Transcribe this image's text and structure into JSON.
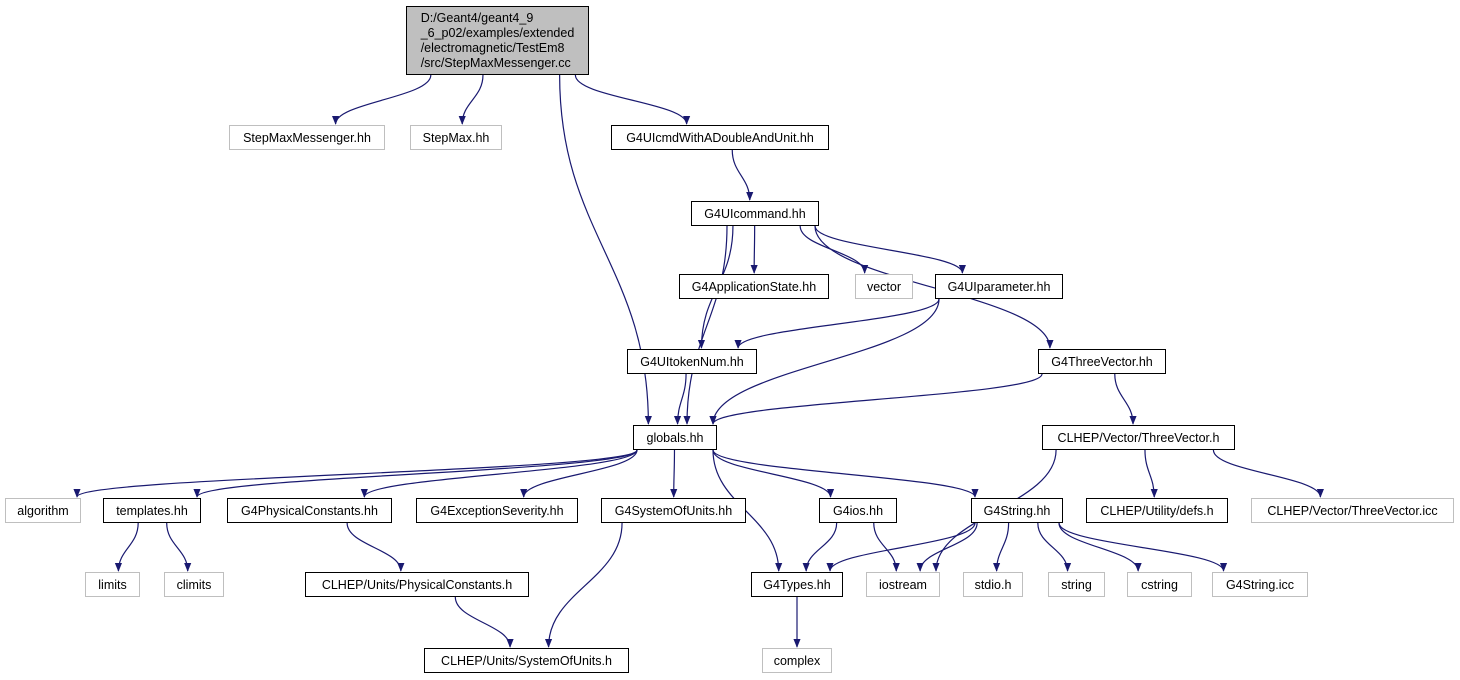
{
  "root": {
    "path_lines": [
      "D:/Geant4/geant4_9",
      "_6_p02/examples/extended",
      "/electromagnetic/TestEm8",
      "/src/StepMaxMessenger.cc"
    ]
  },
  "nodes": [
    {
      "id": "stepmaxmessenger_hh",
      "label": "StepMaxMessenger.hh",
      "documented": false
    },
    {
      "id": "stepmax_hh",
      "label": "StepMax.hh",
      "documented": false
    },
    {
      "id": "g4uicmdwithadoubleandunit_hh",
      "label": "G4UIcmdWithADoubleAndUnit.hh",
      "documented": true
    },
    {
      "id": "g4uicommand_hh",
      "label": "G4UIcommand.hh",
      "documented": true
    },
    {
      "id": "g4applicationstate_hh",
      "label": "G4ApplicationState.hh",
      "documented": true
    },
    {
      "id": "vector",
      "label": "vector",
      "documented": false
    },
    {
      "id": "g4uiparameter_hh",
      "label": "G4UIparameter.hh",
      "documented": true
    },
    {
      "id": "g4uitokennum_hh",
      "label": "G4UItokenNum.hh",
      "documented": true
    },
    {
      "id": "g4threevector_hh",
      "label": "G4ThreeVector.hh",
      "documented": true
    },
    {
      "id": "globals_hh",
      "label": "globals.hh",
      "documented": true
    },
    {
      "id": "clhep_threevector_h",
      "label": "CLHEP/Vector/ThreeVector.h",
      "documented": true
    },
    {
      "id": "algorithm",
      "label": "algorithm",
      "documented": false
    },
    {
      "id": "templates_hh",
      "label": "templates.hh",
      "documented": true
    },
    {
      "id": "g4physicalconstants_hh",
      "label": "G4PhysicalConstants.hh",
      "documented": true
    },
    {
      "id": "g4exceptionseverity_hh",
      "label": "G4ExceptionSeverity.hh",
      "documented": true
    },
    {
      "id": "g4systemofunits_hh",
      "label": "G4SystemOfUnits.hh",
      "documented": true
    },
    {
      "id": "g4ios_hh",
      "label": "G4ios.hh",
      "documented": true
    },
    {
      "id": "g4string_hh",
      "label": "G4String.hh",
      "documented": true
    },
    {
      "id": "clhep_defs_h",
      "label": "CLHEP/Utility/defs.h",
      "documented": true
    },
    {
      "id": "clhep_threevector_icc",
      "label": "CLHEP/Vector/ThreeVector.icc",
      "documented": false
    },
    {
      "id": "limits",
      "label": "limits",
      "documented": false
    },
    {
      "id": "climits",
      "label": "climits",
      "documented": false
    },
    {
      "id": "clhep_physicalconstants_h",
      "label": "CLHEP/Units/PhysicalConstants.h",
      "documented": true
    },
    {
      "id": "g4types_hh",
      "label": "G4Types.hh",
      "documented": true
    },
    {
      "id": "iostream",
      "label": "iostream",
      "documented": false
    },
    {
      "id": "stdio_h",
      "label": "stdio.h",
      "documented": false
    },
    {
      "id": "string",
      "label": "string",
      "documented": false
    },
    {
      "id": "cstring",
      "label": "cstring",
      "documented": false
    },
    {
      "id": "g4string_icc",
      "label": "G4String.icc",
      "documented": false
    },
    {
      "id": "clhep_systemofunits_h",
      "label": "CLHEP/Units/SystemOfUnits.h",
      "documented": true
    },
    {
      "id": "complex",
      "label": "complex",
      "documented": false
    }
  ],
  "edges": [
    [
      "root",
      "stepmaxmessenger_hh"
    ],
    [
      "root",
      "stepmax_hh"
    ],
    [
      "root",
      "g4uicmdwithadoubleandunit_hh"
    ],
    [
      "root",
      "globals_hh"
    ],
    [
      "g4uicmdwithadoubleandunit_hh",
      "g4uicommand_hh"
    ],
    [
      "g4uicommand_hh",
      "g4applicationstate_hh"
    ],
    [
      "g4uicommand_hh",
      "vector"
    ],
    [
      "g4uicommand_hh",
      "g4uiparameter_hh"
    ],
    [
      "g4uicommand_hh",
      "g4uitokennum_hh"
    ],
    [
      "g4uicommand_hh",
      "g4threevector_hh"
    ],
    [
      "g4uicommand_hh",
      "globals_hh"
    ],
    [
      "g4uiparameter_hh",
      "g4uitokennum_hh"
    ],
    [
      "g4uiparameter_hh",
      "globals_hh"
    ],
    [
      "g4uitokennum_hh",
      "globals_hh"
    ],
    [
      "g4threevector_hh",
      "globals_hh"
    ],
    [
      "g4threevector_hh",
      "clhep_threevector_h"
    ],
    [
      "clhep_threevector_h",
      "iostream"
    ],
    [
      "clhep_threevector_h",
      "clhep_defs_h"
    ],
    [
      "clhep_threevector_h",
      "clhep_threevector_icc"
    ],
    [
      "globals_hh",
      "algorithm"
    ],
    [
      "globals_hh",
      "templates_hh"
    ],
    [
      "globals_hh",
      "g4physicalconstants_hh"
    ],
    [
      "globals_hh",
      "g4exceptionseverity_hh"
    ],
    [
      "globals_hh",
      "g4systemofunits_hh"
    ],
    [
      "globals_hh",
      "g4types_hh"
    ],
    [
      "globals_hh",
      "g4ios_hh"
    ],
    [
      "globals_hh",
      "g4string_hh"
    ],
    [
      "templates_hh",
      "limits"
    ],
    [
      "templates_hh",
      "climits"
    ],
    [
      "g4physicalconstants_hh",
      "clhep_physicalconstants_h"
    ],
    [
      "clhep_physicalconstants_h",
      "clhep_systemofunits_h"
    ],
    [
      "g4systemofunits_hh",
      "clhep_systemofunits_h"
    ],
    [
      "g4ios_hh",
      "g4types_hh"
    ],
    [
      "g4ios_hh",
      "iostream"
    ],
    [
      "g4string_hh",
      "g4types_hh"
    ],
    [
      "g4string_hh",
      "iostream"
    ],
    [
      "g4string_hh",
      "stdio_h"
    ],
    [
      "g4string_hh",
      "string"
    ],
    [
      "g4string_hh",
      "cstring"
    ],
    [
      "g4string_hh",
      "g4string_icc"
    ],
    [
      "g4types_hh",
      "complex"
    ]
  ],
  "colors": {
    "edge": "#191970",
    "documented_border": "#000000",
    "undocumented_border": "#bfbfbf",
    "root_fill": "#bfbfbf"
  }
}
